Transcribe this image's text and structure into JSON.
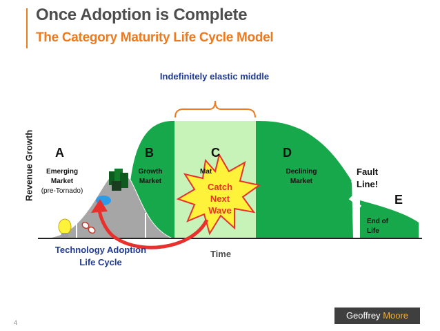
{
  "header": {
    "title": "Once Adoption is Complete",
    "subtitle": "The Category Maturity Life Cycle Model"
  },
  "axes": {
    "y_label": "Revenue Growth",
    "x_label": "Time"
  },
  "annotation_top": "Indefinitely elastic middle",
  "stages": [
    {
      "letter": "A",
      "label_lines": [
        "Emerging",
        "Market",
        "(pre-Tornado)"
      ]
    },
    {
      "letter": "B",
      "label_lines": [
        "Growth",
        "Market"
      ]
    },
    {
      "letter": "C",
      "label_lines": [
        "Mat"
      ]
    },
    {
      "letter": "D",
      "label_lines": [
        "Declining",
        "Market"
      ]
    },
    {
      "letter": "E",
      "label_lines": [
        "End of",
        "Life"
      ]
    }
  ],
  "fault_line": [
    "Fault",
    "Line!"
  ],
  "catch_wave": [
    "Catch",
    "Next",
    "Wave"
  ],
  "tal_label": [
    "Technology Adoption",
    "Life Cycle"
  ],
  "page_number": "4",
  "logo": {
    "first": "Geoffrey",
    "last": "Moore"
  },
  "colors": {
    "green": "#17a84b",
    "light_green": "#c7f2b8",
    "orange": "#ec7a1f",
    "blue": "#1f3a93",
    "red": "#e8312d",
    "yellow": "#fff23a"
  }
}
